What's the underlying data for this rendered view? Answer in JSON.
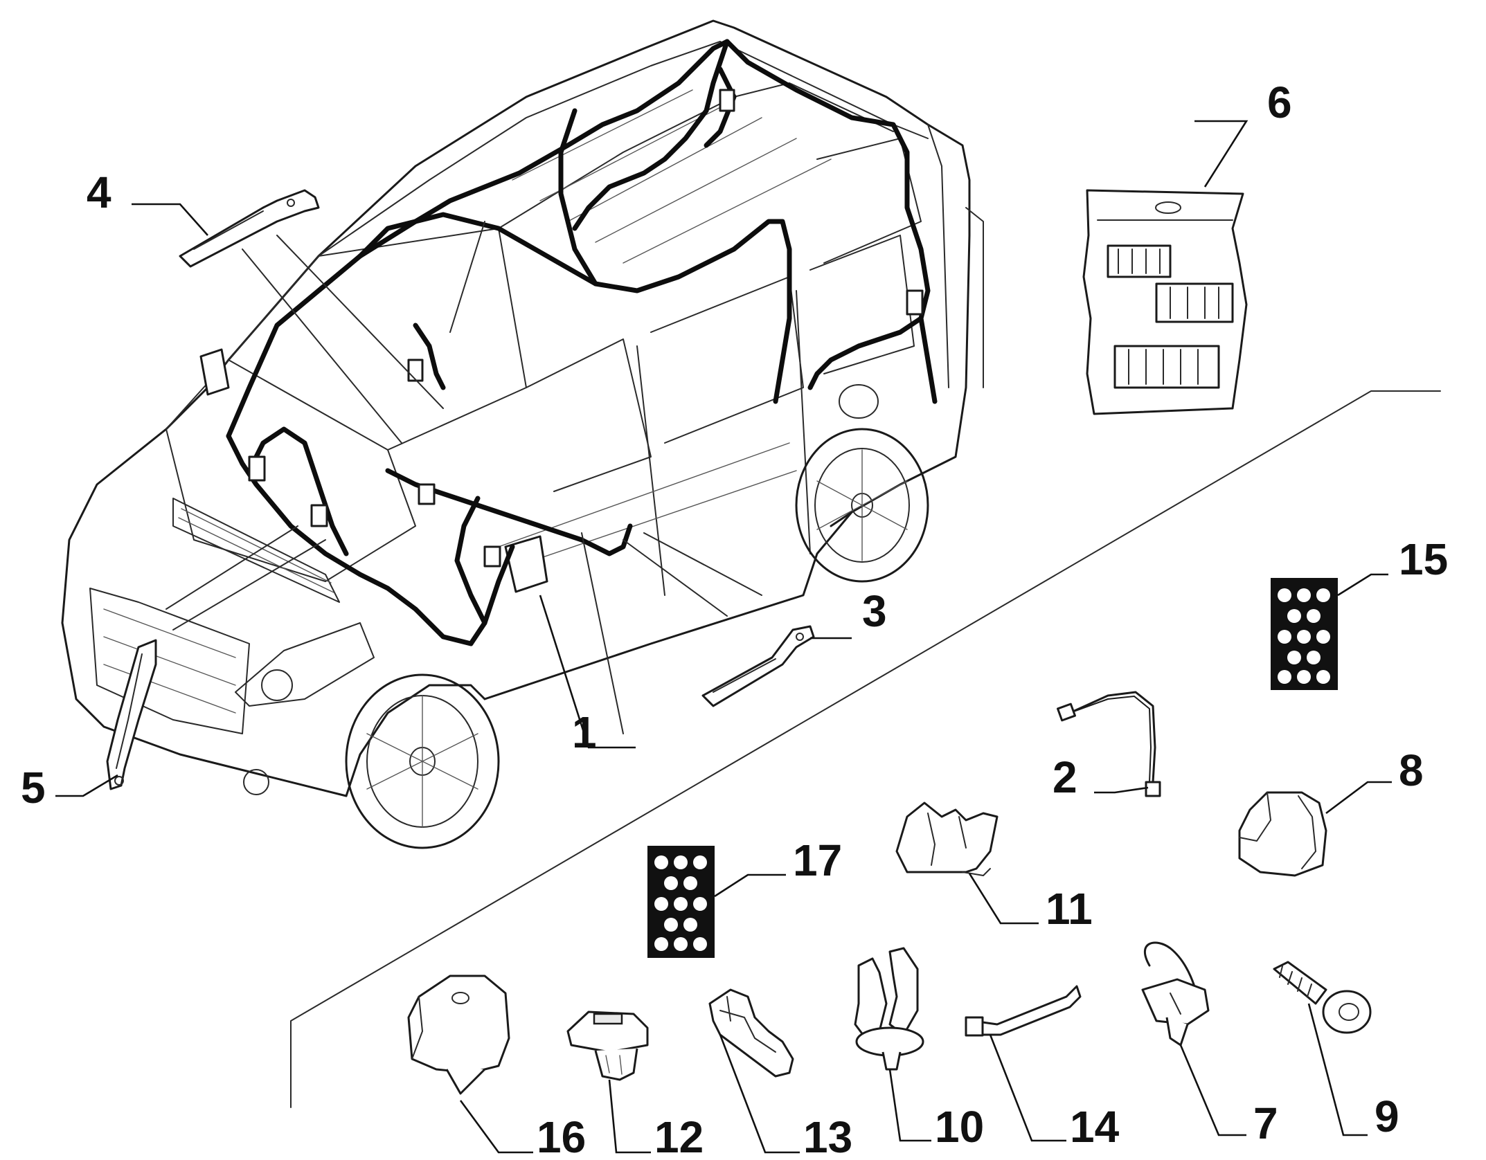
{
  "callouts": [
    "1",
    "2",
    "3",
    "4",
    "5",
    "6",
    "7",
    "8",
    "9",
    "10",
    "11",
    "12",
    "13",
    "14",
    "15",
    "16",
    "17"
  ],
  "colors": {
    "ink": "#1a1a1a",
    "harness": "#0d0d0d",
    "background": "#ffffff"
  }
}
